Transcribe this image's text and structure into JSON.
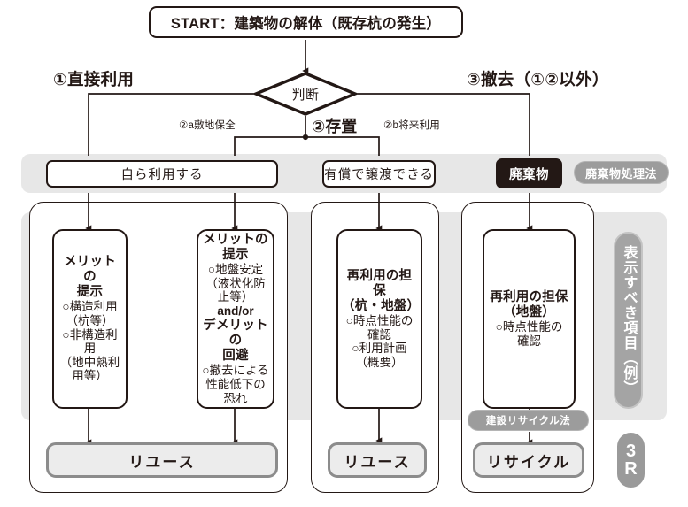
{
  "diagram": {
    "title_start": "START：建築物の解体（既存杭の発生）",
    "decision": "判断",
    "branches": [
      {
        "id": "b1",
        "label": "①直接利用"
      },
      {
        "id": "b2",
        "label": "②存置"
      },
      {
        "id": "b3",
        "label": "③撤去（①②以外）"
      }
    ],
    "sub_branches": [
      {
        "id": "s2a",
        "label": "②a敷地保全"
      },
      {
        "id": "s2b",
        "label": "②b将来利用"
      }
    ],
    "routes": [
      {
        "id": "r1",
        "label": "自ら利用する",
        "style": "light"
      },
      {
        "id": "r2",
        "label": "有償で譲渡できる",
        "style": "light"
      },
      {
        "id": "r3",
        "label": "廃棄物",
        "style": "dark"
      }
    ],
    "law_pills": [
      {
        "id": "law-waste",
        "label": "廃棄物処理法"
      },
      {
        "id": "law-recycle",
        "label": "建設リサイクル法"
      }
    ],
    "cards": [
      {
        "id": "card-structural",
        "lines": [
          {
            "t": "メリットの",
            "k": "hd"
          },
          {
            "t": "提示",
            "k": "hd"
          },
          {
            "t": "○構造利用",
            "k": "bd"
          },
          {
            "t": "（杭等）",
            "k": "bd"
          },
          {
            "t": "○非構造利用",
            "k": "bd"
          },
          {
            "t": "（地中熱利",
            "k": "bd"
          },
          {
            "t": "用等）",
            "k": "bd"
          }
        ]
      },
      {
        "id": "card-ground",
        "lines": [
          {
            "t": "メリットの",
            "k": "hd"
          },
          {
            "t": "提示",
            "k": "hd"
          },
          {
            "t": "○地盤安定",
            "k": "bd"
          },
          {
            "t": "（液状化防",
            "k": "bd"
          },
          {
            "t": "止等）",
            "k": "bd"
          },
          {
            "t": "and/or",
            "k": "andor"
          },
          {
            "t": "デメリットの",
            "k": "hd"
          },
          {
            "t": "回避",
            "k": "hd"
          },
          {
            "t": "○撤去による",
            "k": "bd"
          },
          {
            "t": "性能低下の",
            "k": "bd"
          },
          {
            "t": "恐れ",
            "k": "bd"
          }
        ]
      },
      {
        "id": "card-reuse-pile-ground",
        "lines": [
          {
            "t": "再利用の担保",
            "k": "hd"
          },
          {
            "t": "（杭・地盤）",
            "k": "hd"
          },
          {
            "t": "○時点性能の",
            "k": "bd"
          },
          {
            "t": "確認",
            "k": "bd"
          },
          {
            "t": "○利用計画",
            "k": "bd"
          },
          {
            "t": "（概要）",
            "k": "bd"
          }
        ]
      },
      {
        "id": "card-reuse-ground",
        "lines": [
          {
            "t": "再利用の担保",
            "k": "hd"
          },
          {
            "t": "（地盤）",
            "k": "hd"
          },
          {
            "t": "○時点性能の",
            "k": "bd"
          },
          {
            "t": "確認",
            "k": "bd"
          }
        ]
      }
    ],
    "results": [
      {
        "id": "res1",
        "label": "リユース"
      },
      {
        "id": "res2",
        "label": "リユース"
      },
      {
        "id": "res3",
        "label": "リサイクル"
      }
    ],
    "side_labels": {
      "display_items": "表示すべき項目（例）",
      "three_r_top": "3",
      "three_r_bottom": "R"
    },
    "colors": {
      "ink": "#231815",
      "band": "#e7e7e7",
      "pill": "#9c9c9c",
      "result_fill": "#ececec",
      "result_border": "#8c8c8c"
    }
  }
}
